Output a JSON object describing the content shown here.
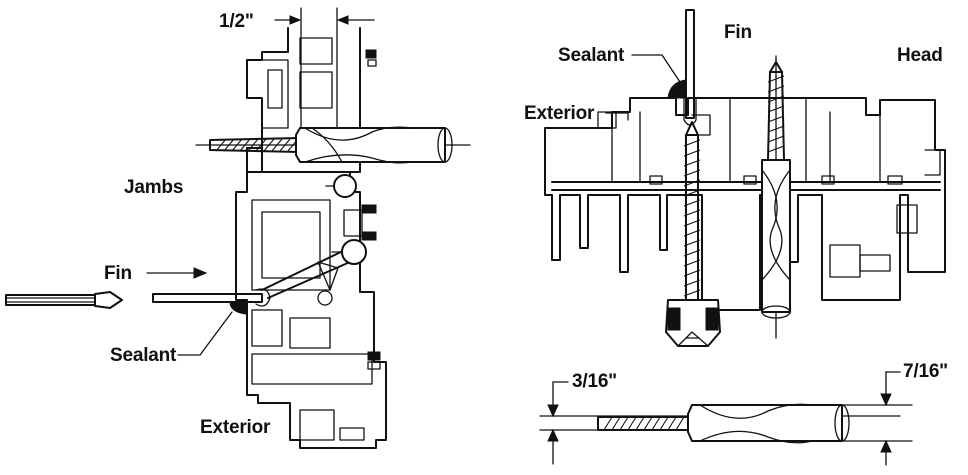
{
  "left_section": {
    "dimension_half_inch": "1/2\"",
    "jambs_label": "Jambs",
    "fin_label": "Fin",
    "sealant_label": "Sealant",
    "exterior_label": "Exterior"
  },
  "right_section": {
    "sealant_label": "Sealant",
    "fin_label": "Fin",
    "head_label": "Head",
    "exterior_label": "Exterior",
    "dimension_small_drill": "3/16\"",
    "dimension_large_drill": "7/16\""
  }
}
